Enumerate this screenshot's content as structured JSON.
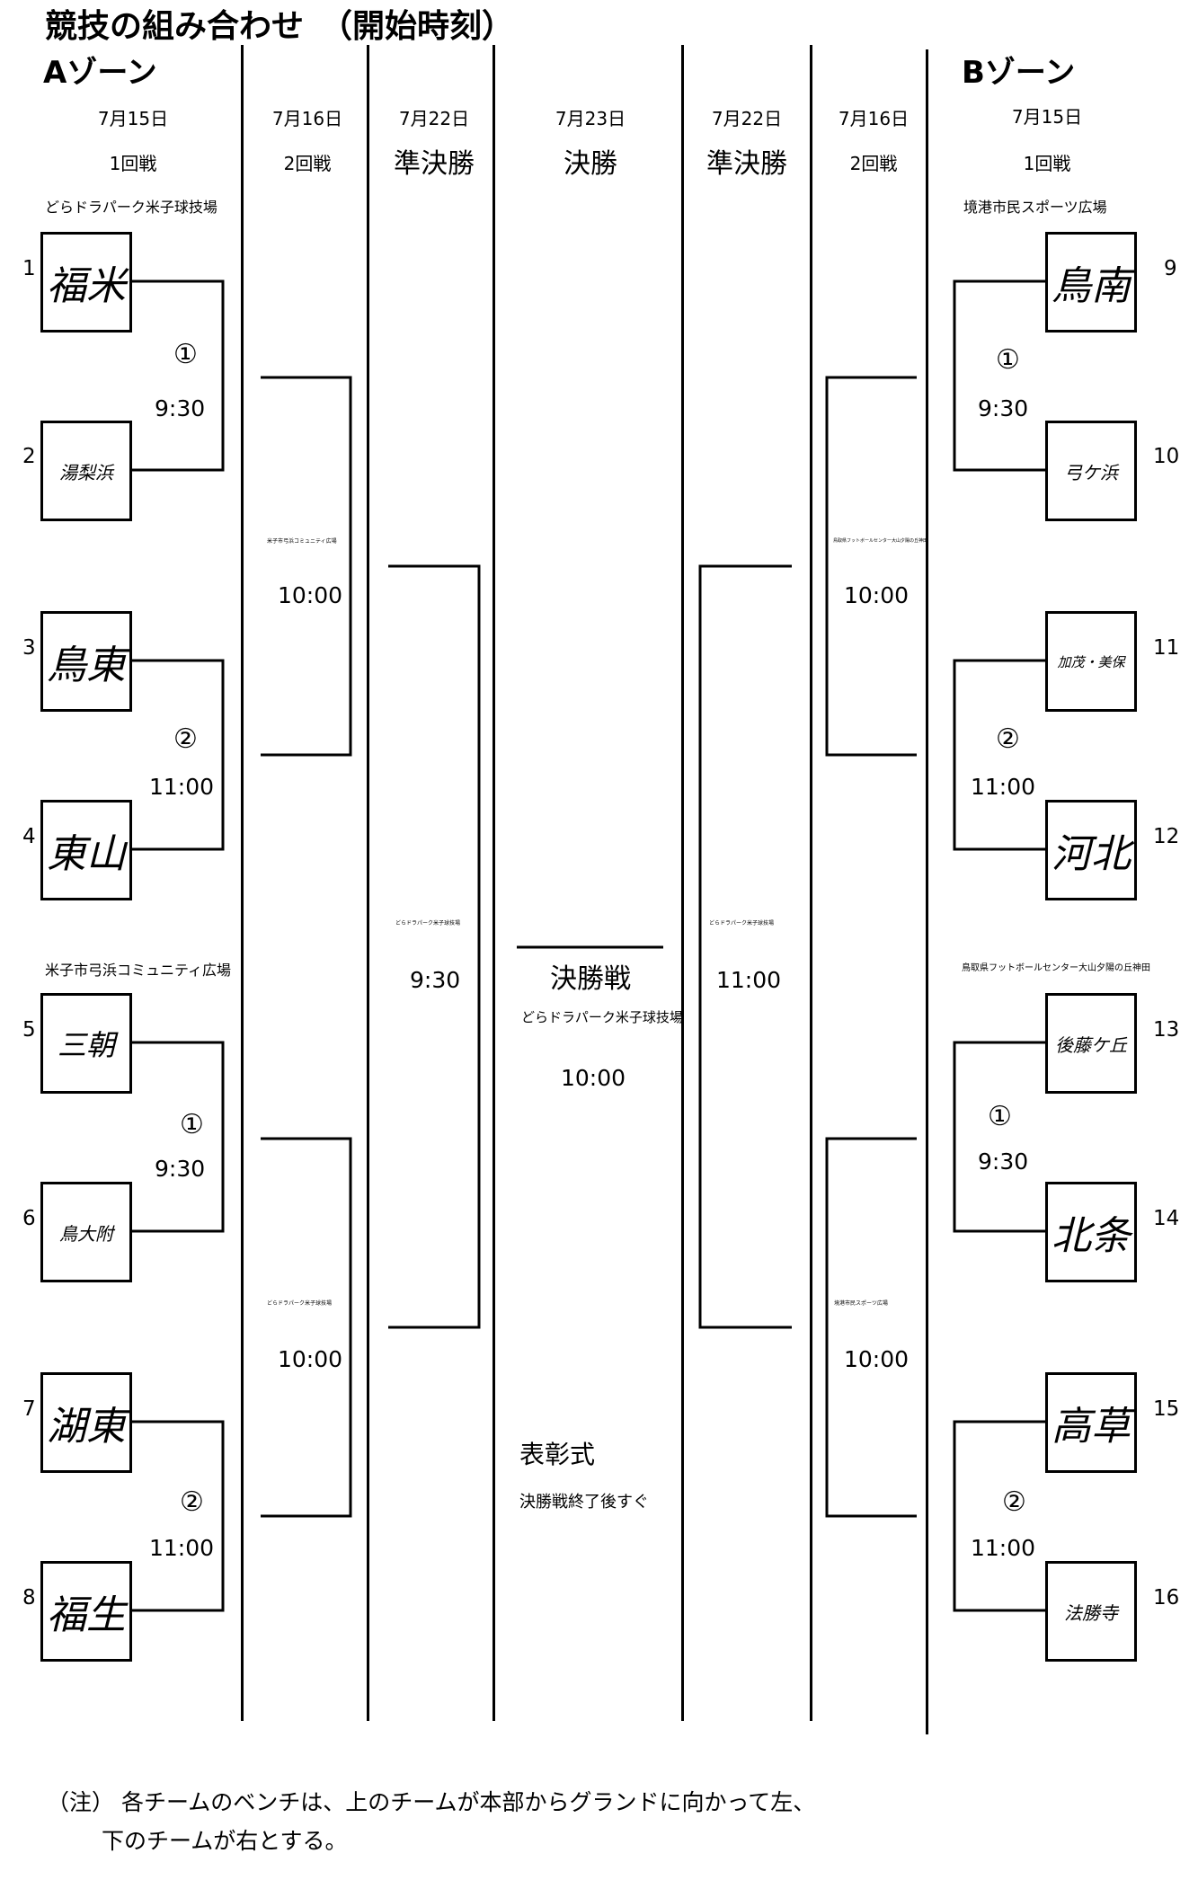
{
  "title": "競技の組み合わせ　（開始時刻）",
  "zones": {
    "a": "Aゾーン",
    "b": "Bゾーン"
  },
  "columns": {
    "a_r1_date": "7月15日",
    "a_r1_round": "1回戦",
    "a_r2_date": "7月16日",
    "a_r2_round": "2回戦",
    "a_sf_date": "7月22日",
    "a_sf_round": "準決勝",
    "final_date": "7月23日",
    "final_round": "決勝",
    "b_sf_date": "7月22日",
    "b_sf_round": "準決勝",
    "b_r2_date": "7月16日",
    "b_r2_round": "2回戦",
    "b_r1_date": "7月15日",
    "b_r1_round": "1回戦"
  },
  "venues": {
    "a_top": "どらドラパーク米子球技場",
    "a_bottom": "米子市弓浜コミュニティ広場",
    "b_top": "境港市民スポーツ広場",
    "b_bottom": "鳥取県フットボールセンター大山夕陽の丘神田",
    "a_r2_top": "米子市弓浜コミュニティ広場",
    "a_r2_bottom": "どらドラパーク米子球技場",
    "a_sf": "どらドラパーク米子球技場",
    "b_sf": "どらドラパーク米子球技場",
    "b_r2_top": "鳥取県フットボールセンター大山夕陽の丘神田",
    "b_r2_bottom": "境港市民スポーツ広場",
    "final": "どらドラパーク米子球技場"
  },
  "teams": [
    {
      "seed": "1",
      "name": "福米"
    },
    {
      "seed": "2",
      "name": "湯梨浜"
    },
    {
      "seed": "3",
      "name": "鳥東"
    },
    {
      "seed": "4",
      "name": "東山"
    },
    {
      "seed": "5",
      "name": "三朝"
    },
    {
      "seed": "6",
      "name": "鳥大附"
    },
    {
      "seed": "7",
      "name": "湖東"
    },
    {
      "seed": "8",
      "name": "福生"
    },
    {
      "seed": "9",
      "name": "鳥南"
    },
    {
      "seed": "10",
      "name": "弓ケ浜"
    },
    {
      "seed": "11",
      "name": "加茂・美保"
    },
    {
      "seed": "12",
      "name": "河北"
    },
    {
      "seed": "13",
      "name": "後藤ケ丘"
    },
    {
      "seed": "14",
      "name": "北条"
    },
    {
      "seed": "15",
      "name": "高草"
    },
    {
      "seed": "16",
      "name": "法勝寺"
    }
  ],
  "matches": {
    "a1": {
      "num": "①",
      "time": "9:30"
    },
    "a2": {
      "num": "②",
      "time": "11:00"
    },
    "a3": {
      "num": "①",
      "time": "9:30"
    },
    "a4": {
      "num": "②",
      "time": "11:00"
    },
    "b1": {
      "num": "①",
      "time": "9:30"
    },
    "b2": {
      "num": "②",
      "time": "11:00"
    },
    "b3": {
      "num": "①",
      "time": "9:30"
    },
    "b4": {
      "num": "②",
      "time": "11:00"
    },
    "a_r2_top": {
      "time": "10:00"
    },
    "a_r2_bottom": {
      "time": "10:00"
    },
    "b_r2_top": {
      "time": "10:00"
    },
    "b_r2_bottom": {
      "time": "10:00"
    },
    "a_sf": {
      "time": "9:30"
    },
    "b_sf": {
      "time": "11:00"
    }
  },
  "final": {
    "label": "決勝戦",
    "time": "10:00",
    "ceremony": "表彰式",
    "ceremony_note": "決勝戦終了後すぐ"
  },
  "note": {
    "line1": "（注）  各チームのベンチは、上のチームが本部からグランドに向かって左、",
    "line2": "下のチームが右とする。"
  }
}
